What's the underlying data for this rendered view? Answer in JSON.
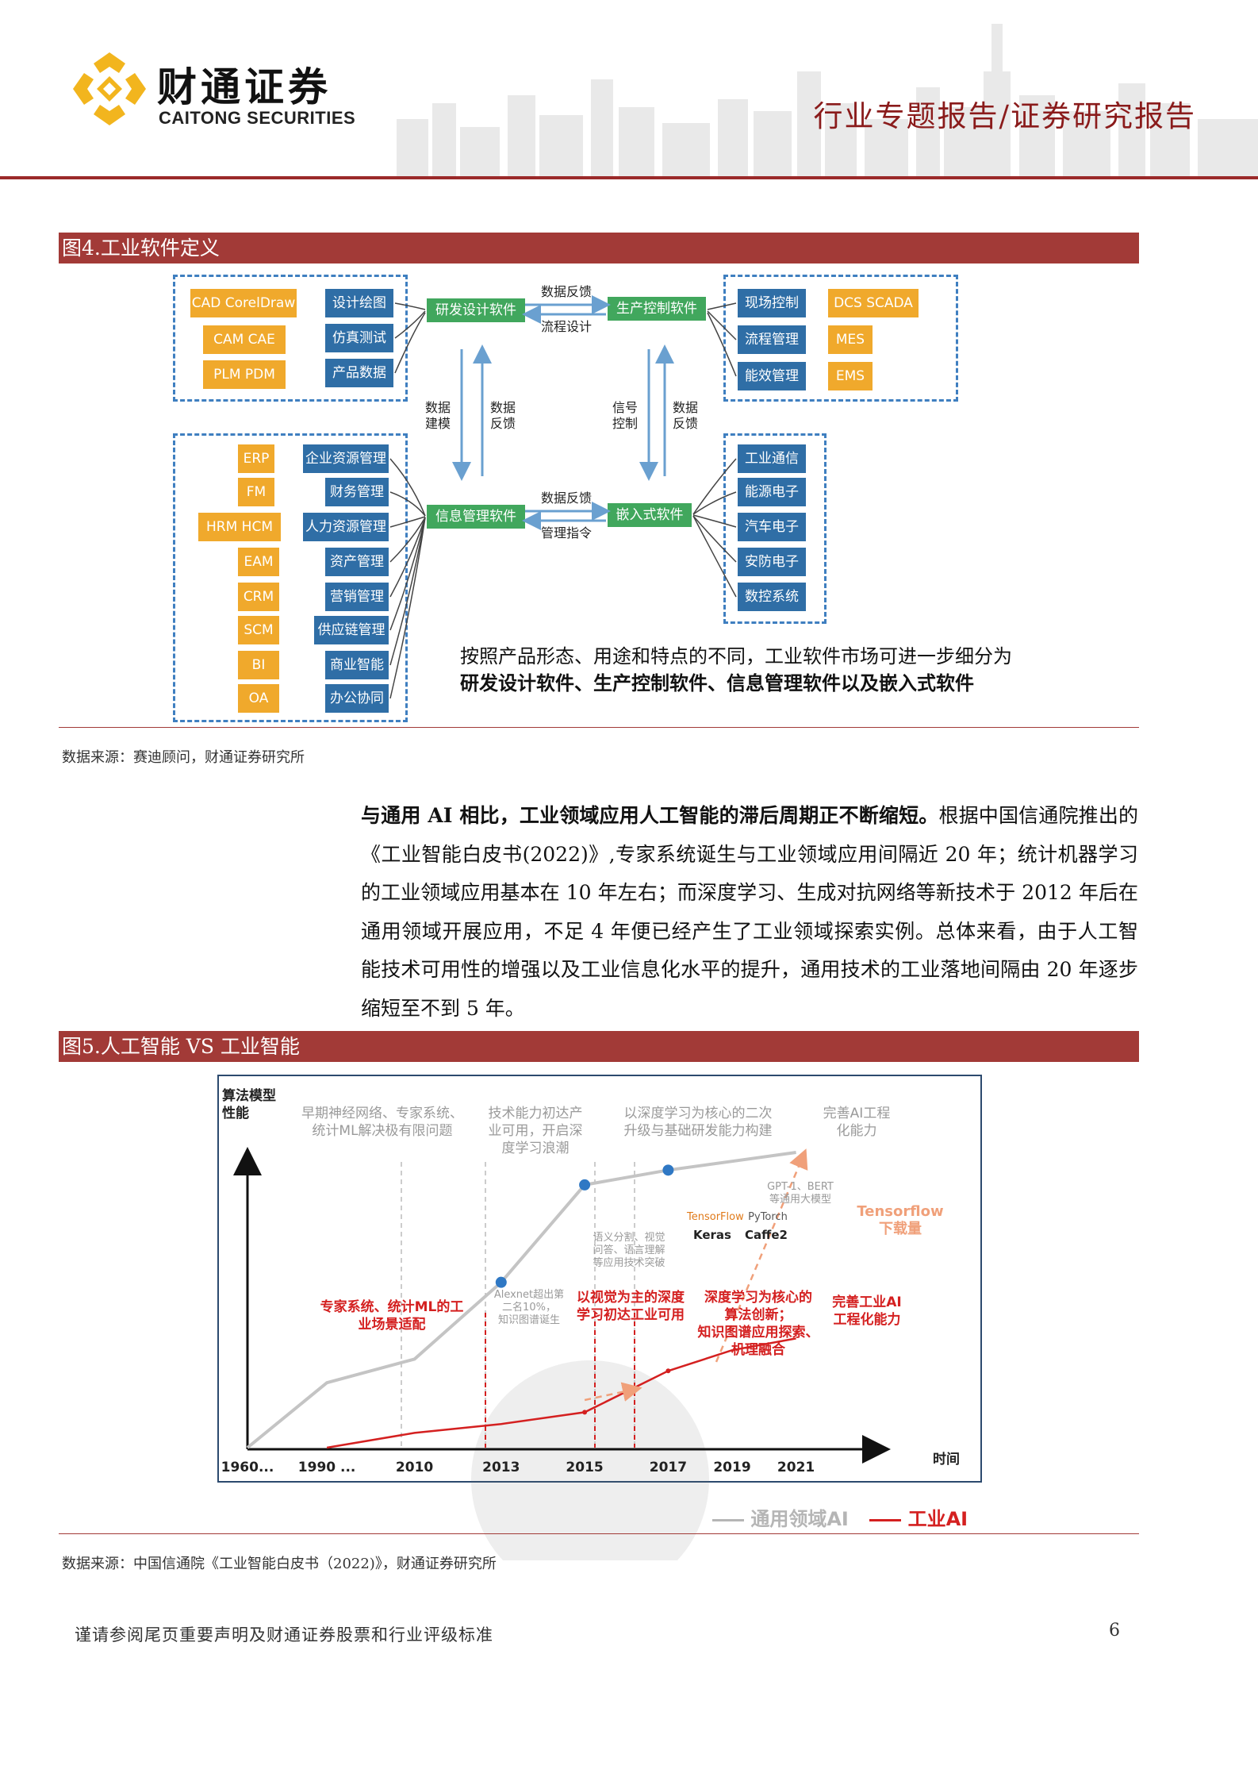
{
  "header": {
    "brand_cn": "财通证券",
    "brand_en": "CAITONG SECURITIES",
    "report_type": "行业专题报告/证券研究报告"
  },
  "figure4": {
    "title": "图4.工业软件定义",
    "rd_group": {
      "examples": [
        "CAD CorelDraw",
        "CAM CAE",
        "PLM PDM"
      ],
      "functions": [
        "设计绘图",
        "仿真测试",
        "产品数据"
      ]
    },
    "pc_group": {
      "functions": [
        "现场控制",
        "流程管理",
        "能效管理"
      ],
      "examples": [
        "DCS SCADA",
        "MES",
        "EMS"
      ]
    },
    "im_group": {
      "examples": [
        "ERP",
        "FM",
        "HRM HCM",
        "EAM",
        "CRM",
        "SCM",
        "BI",
        "OA"
      ],
      "functions": [
        "企业资源管理",
        "财务管理",
        "人力资源管理",
        "资产管理",
        "营销管理",
        "供应链管理",
        "商业智能",
        "办公协同"
      ]
    },
    "em_group": {
      "functions": [
        "工业通信",
        "能源电子",
        "汽车电子",
        "安防电子",
        "数控系统"
      ]
    },
    "core": {
      "rd": "研发设计软件",
      "pc": "生产控制软件",
      "im": "信息管理软件",
      "em": "嵌入式软件"
    },
    "links": {
      "top_a": "数据反馈",
      "top_b": "流程设计",
      "bottom_a": "数据反馈",
      "bottom_b": "管理指令",
      "left_a": "数据\n建模",
      "left_b": "数据\n反馈",
      "right_a": "信号\n控制",
      "right_b": "数据\n反馈"
    },
    "caption_line1": "按照产品形态、用途和特点的不同，工业软件市场可进一步细分为",
    "caption_line2": "研发设计软件、生产控制软件、信息管理软件以及嵌入式软件",
    "source": "数据来源：赛迪顾问，财通证券研究所"
  },
  "paragraph": {
    "lead": "与通用 AI 相比，工业领域应用人工智能的滞后周期正不断缩短。",
    "body": "根据中国信通院推出的《工业智能白皮书(2022)》,专家系统诞生与工业领域应用间隔近 20 年；统计机器学习的工业领域应用基本在 10 年左右；而深度学习、生成对抗网络等新技术于 2012 年后在通用领域开展应用，不足 4 年便已经产生了工业领域探索实例。总体来看，由于人工智能技术可用性的增强以及工业信息化水平的提升，通用技术的工业落地间隔由 20 年逐步缩短至不到 5 年。"
  },
  "figure5": {
    "title": "图5.人工智能 VS 工业智能",
    "ylabel": "算法模型\n性能",
    "xlabel": "时间",
    "phase_notes": [
      "早期神经网络、专家系统、\n统计ML解决极有限问题",
      "技术能力初达产\n业可用，开启深\n度学习浪潮",
      "以深度学习为核心的二次\n升级与基础研发能力构建",
      "完善AI工程\n化能力"
    ],
    "general_notes": [
      "Alexnet超出第\n二名10%，\n知识图谱诞生",
      "语义分割、视觉\n问答、语言理解\n等应用技术突破",
      "GPT-1、BERT\n等通用大模型"
    ],
    "frameworks": [
      "TensorFlow",
      "PyTorch",
      "Keras",
      "Caffe2"
    ],
    "tensorflow_note": "Tensorflow\n下载量",
    "industrial_notes": [
      "专家系统、统计ML的工\n业场景适配",
      "以视觉为主的深度\n学习初达工业可用",
      "深度学习为核心的\n算法创新；\n知识图谱应用探索、\n机理融合",
      "完善工业AI\n工程化能力"
    ],
    "legend": [
      "通用领域AI",
      "工业AI"
    ],
    "source": "数据来源：中国信通院《工业智能白皮书（2022)》，财通证券研究所"
  },
  "chart_data": {
    "type": "line",
    "xlabel": "时间",
    "ylabel": "算法模型性能",
    "categories": [
      "1960...",
      "1990 ...",
      "2010",
      "2013",
      "2015",
      "2017",
      "2019",
      "2021"
    ],
    "series": [
      {
        "name": "通用领域AI",
        "values": [
          0.0,
          0.22,
          0.3,
          0.56,
          0.89,
          0.94,
          0.97,
          1.0
        ]
      },
      {
        "name": "工业AI",
        "values": [
          null,
          0.0,
          0.05,
          0.08,
          0.12,
          0.26,
          0.33,
          0.37
        ]
      }
    ],
    "legend_position": "bottom-right"
  },
  "footer": {
    "note": "谨请参阅尾页重要声明及财通证券股票和行业评级标准",
    "page": "6"
  }
}
